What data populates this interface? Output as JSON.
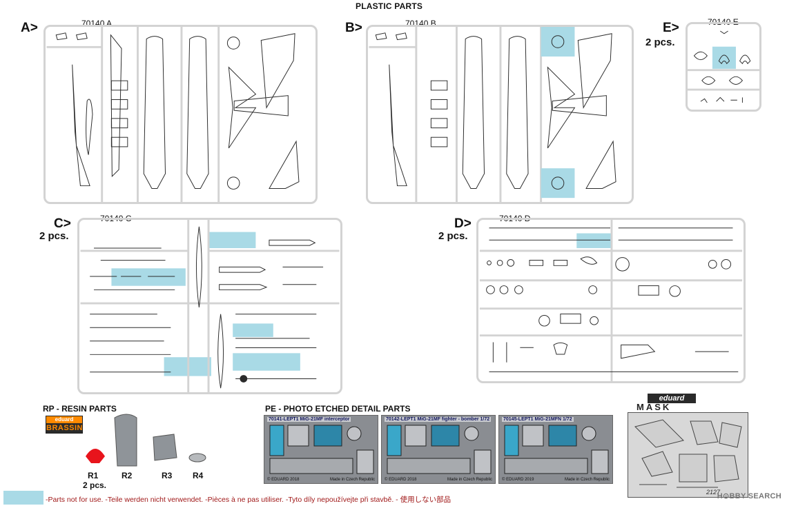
{
  "header": {
    "title": "PLASTIC PARTS"
  },
  "sprues": [
    {
      "letter": "A>",
      "code": "70140 A",
      "qty": ""
    },
    {
      "letter": "B>",
      "code": "70140 B",
      "qty": ""
    },
    {
      "letter": "E>",
      "code": "70140 E",
      "qty": "2 pcs."
    },
    {
      "letter": "C>",
      "code": "70140 C",
      "qty": "2 pcs."
    },
    {
      "letter": "D>",
      "code": "70140 D",
      "qty": "2 pcs."
    }
  ],
  "resin": {
    "title": "RP - RESIN PARTS",
    "logo_top": "eduard",
    "logo_bottom": "BRASSIN",
    "parts": [
      {
        "label": "R1",
        "qty": "2 pcs."
      },
      {
        "label": "R2",
        "qty": ""
      },
      {
        "label": "R3",
        "qty": ""
      },
      {
        "label": "R4",
        "qty": ""
      }
    ]
  },
  "photo_etched": {
    "title": "PE - PHOTO ETCHED DETAIL PARTS",
    "sheets": [
      {
        "name": "70141-LEPT1  MiG-21MF interceptor",
        "copyright": "© EDUARD 2018",
        "origin": "Made in Czech Republic"
      },
      {
        "name": "70142-LEPT1  MiG-21MF fighter - bomber  1/72",
        "copyright": "© EDUARD 2018",
        "origin": "Made in Czech Republic"
      },
      {
        "name": "70145-LEPT1  MiG-21MFN 1/72",
        "copyright": "© EDUARD 2019",
        "origin": "Made in Czech Republic"
      }
    ]
  },
  "mask": {
    "logo": "eduard",
    "word": "MASK",
    "number": "2127"
  },
  "legend": {
    "swatch_color": "#a9dae6",
    "text": "-Parts not for use. -Teile werden nicht verwendet. -Pièces à ne pas utiliser. -Tyto díly nepoužívejte při stavbě. -   使用しない部品"
  },
  "watermark": "H⊙BBY SEARCH",
  "colors": {
    "sprue_frame": "#d3d3d3",
    "highlight": "#a9dae6",
    "part_line": "#2b2b2b",
    "resin_grey": "#8f9499",
    "resin_red": "#e8141c"
  }
}
